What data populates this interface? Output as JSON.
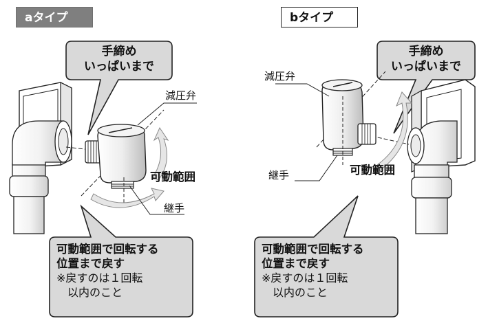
{
  "type_a": {
    "label": "aタイプ",
    "callout_top": "手締め\nいっぱいまで",
    "valve_label": "減圧弁",
    "range_label": "可動範囲",
    "joint_label": "継手",
    "note_main_1": "可動範囲で回転する",
    "note_main_2": "位置まで戻す",
    "note_sub_1": "※戻すのは１回転",
    "note_sub_2": "以内のこと"
  },
  "type_b": {
    "label": "bタイプ",
    "callout_top": "手締め\nいっぱいまで",
    "valve_label": "減圧弁",
    "range_label": "可動範囲",
    "joint_label": "継手",
    "note_main_1": "可動範囲で回転する",
    "note_main_2": "位置まで戻す",
    "note_sub_1": "※戻すのは１回転",
    "note_sub_2": "以内のこと"
  },
  "colors": {
    "callout_fill": "#d9d9d9",
    "label_a_fill": "#7f7f7f",
    "arrow_fill": "#e6e6e6",
    "line": "#222222"
  }
}
